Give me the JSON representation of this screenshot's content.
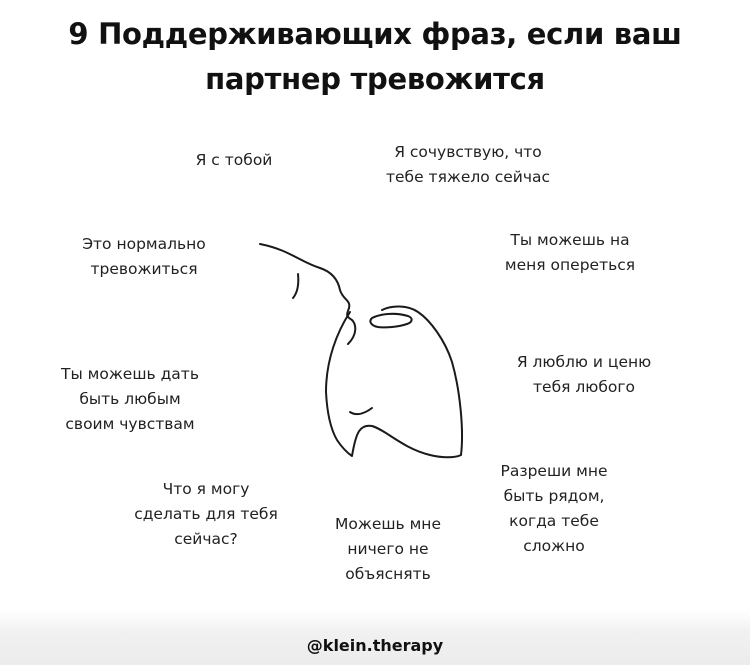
{
  "title": {
    "line1": "9 Поддерживающих фраз, если ваш",
    "line2": "партнер тревожится"
  },
  "phrases": {
    "with_you": [
      "Я с тобой"
    ],
    "sympathize": [
      "Я сочувствую, что",
      "тебе тяжело сейчас"
    ],
    "normal_anxiety": [
      "Это нормально",
      "тревожиться"
    ],
    "lean_on_me": [
      "Ты можешь на",
      "меня опереться"
    ],
    "feelings": [
      "Ты можешь дать",
      "быть любым",
      "своим чувствам"
    ],
    "love_any": [
      "Я люблю и ценю",
      "тебя любого"
    ],
    "what_can_i_do": [
      "Что я могу",
      "сделать для тебя",
      "сейчас?"
    ],
    "no_explain": [
      "Можешь мне",
      "ничего не",
      "объяснять"
    ],
    "be_near": [
      "Разреши мне",
      "быть рядом,",
      "когда тебе",
      "сложно"
    ]
  },
  "footer": {
    "handle": "@klein.therapy"
  },
  "colors": {
    "text": "#222222",
    "title": "#111111",
    "line": "#1a1a1a",
    "background": "#ffffff"
  }
}
